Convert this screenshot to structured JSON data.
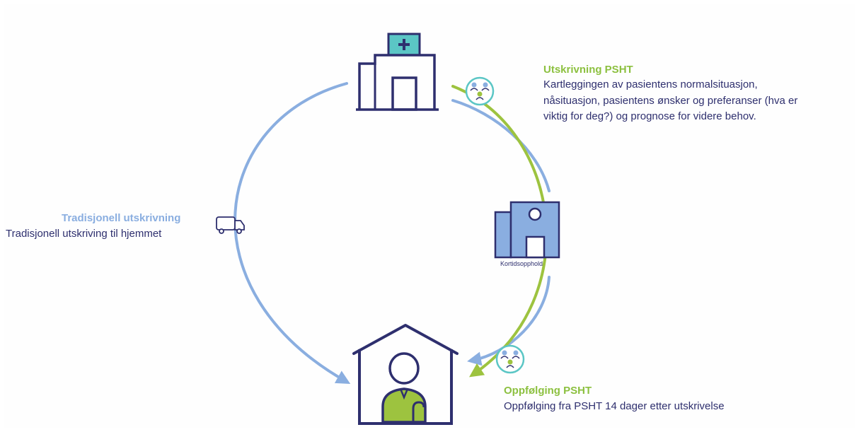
{
  "top_right": {
    "title": "Utskrivning PSHT",
    "lines": [
      "Kartleggingen av pasientens normalsituasjon,",
      "nåsituasjon, pasientens ønsker og preferanser (hva er",
      "viktig for deg?) og prognose for videre behov."
    ]
  },
  "left": {
    "title": "Tradisjonell utskrivning",
    "text": "Tradisjonell utskriving til hjemmet"
  },
  "short_stay_label": "Kortidsopphold",
  "bottom_right": {
    "title": "Oppfølging PSHT",
    "text": "Oppfølging fra PSHT 14 dager etter utskrivelse"
  },
  "colors": {
    "navy": "#2e2f6e",
    "light_blue": "#8aaee0",
    "green": "#9dc33f",
    "teal": "#5bc6c5"
  },
  "icons": [
    "hospital-icon",
    "team-icon",
    "ambulance-icon",
    "short-stay-building-icon",
    "home-patient-icon"
  ]
}
